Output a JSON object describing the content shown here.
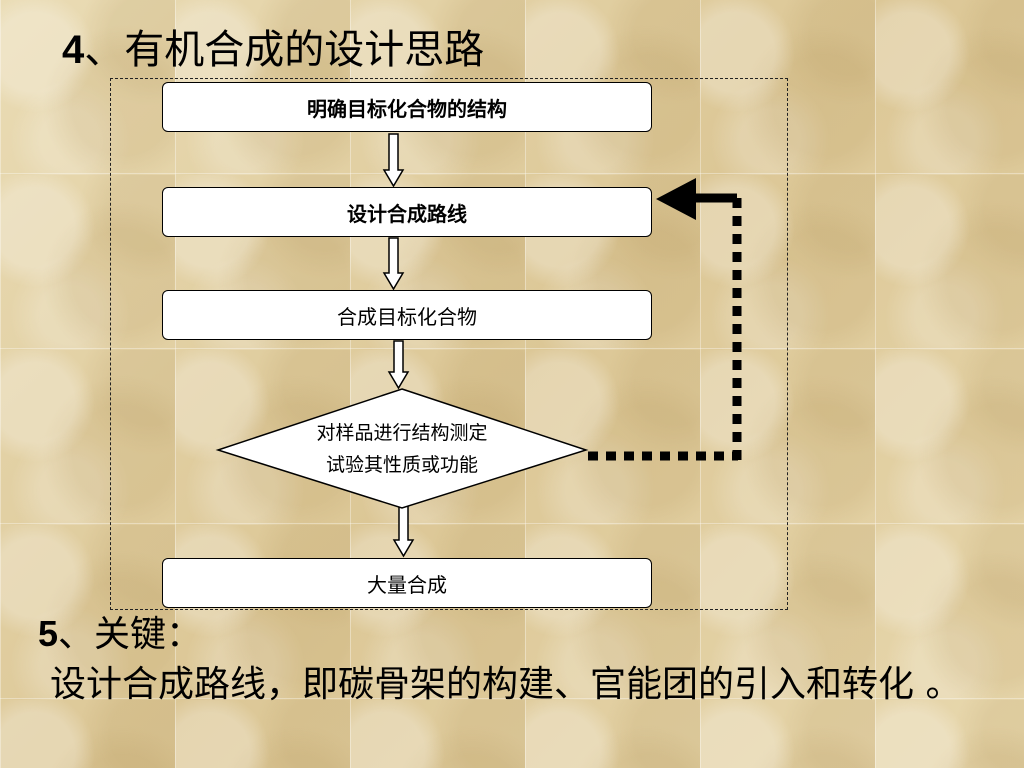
{
  "slide": {
    "heading_number": "4",
    "heading_text": "、有机合成的设计思路",
    "section5_number": "5",
    "section5_text": "、关键：",
    "section5_body": "设计合成路线，即碳骨架的构建、官能团的引入和转化 。"
  },
  "flowchart": {
    "step1": "明确目标化合物的结构",
    "step2": "设计合成路线",
    "step3": "合成目标化合物",
    "decision_line1": "对样品进行结构测定",
    "decision_line2": "试验其性质或功能",
    "step5": "大量合成"
  }
}
